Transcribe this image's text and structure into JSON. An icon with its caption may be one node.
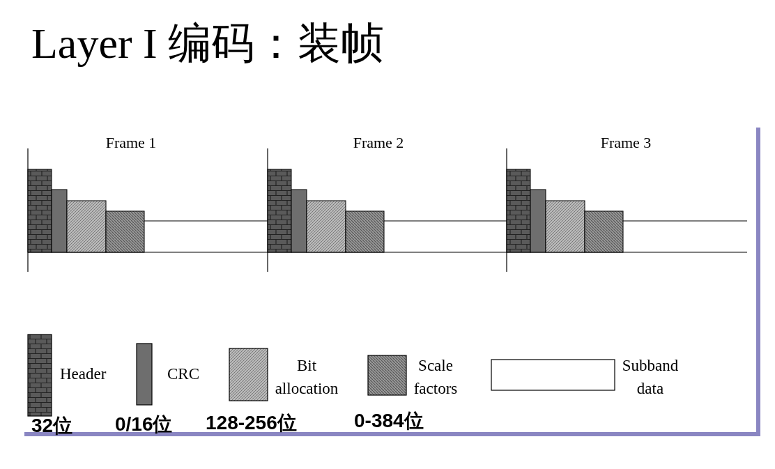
{
  "diagram": {
    "title": "Layer I 编码：装帧",
    "labels": [
      "Frame 1",
      "Frame 2",
      "Frame 3",
      "32位",
      "0/16位",
      "128-256位",
      "0-384位"
    ],
    "legend": [
      {
        "text": "Header"
      },
      {
        "text": "CRC"
      },
      {
        "text": "Bit allocation"
      },
      {
        "text": "Scale factors"
      },
      {
        "text": "Subband data"
      }
    ]
  }
}
